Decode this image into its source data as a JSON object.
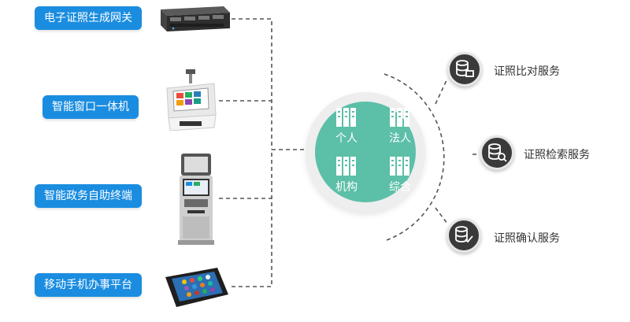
{
  "devices": [
    {
      "label": "电子证照生成网关",
      "icon": "server-gateway-icon"
    },
    {
      "label": "智能窗口一体机",
      "icon": "service-window-terminal-icon"
    },
    {
      "label": "智能政务自助终端",
      "icon": "self-service-kiosk-icon"
    },
    {
      "label": "移动手机办事平台",
      "icon": "mobile-phone-icon"
    }
  ],
  "hub": {
    "items": [
      {
        "label": "个人",
        "icon": "archive-cabinet-icon"
      },
      {
        "label": "法人",
        "icon": "archive-cabinet-icon"
      },
      {
        "label": "机构",
        "icon": "archive-cabinet-icon"
      },
      {
        "label": "综合",
        "icon": "archive-cabinet-icon"
      }
    ]
  },
  "services": [
    {
      "label": "证照比对服务",
      "icon": "database-compare-icon"
    },
    {
      "label": "证照检索服务",
      "icon": "database-search-icon"
    },
    {
      "label": "证照确认服务",
      "icon": "database-check-icon"
    }
  ],
  "colors": {
    "accent_blue": "#1b8de0",
    "hub_green": "#5cbfa8",
    "service_icon": "#3a3a3a",
    "connector": "#555555"
  }
}
